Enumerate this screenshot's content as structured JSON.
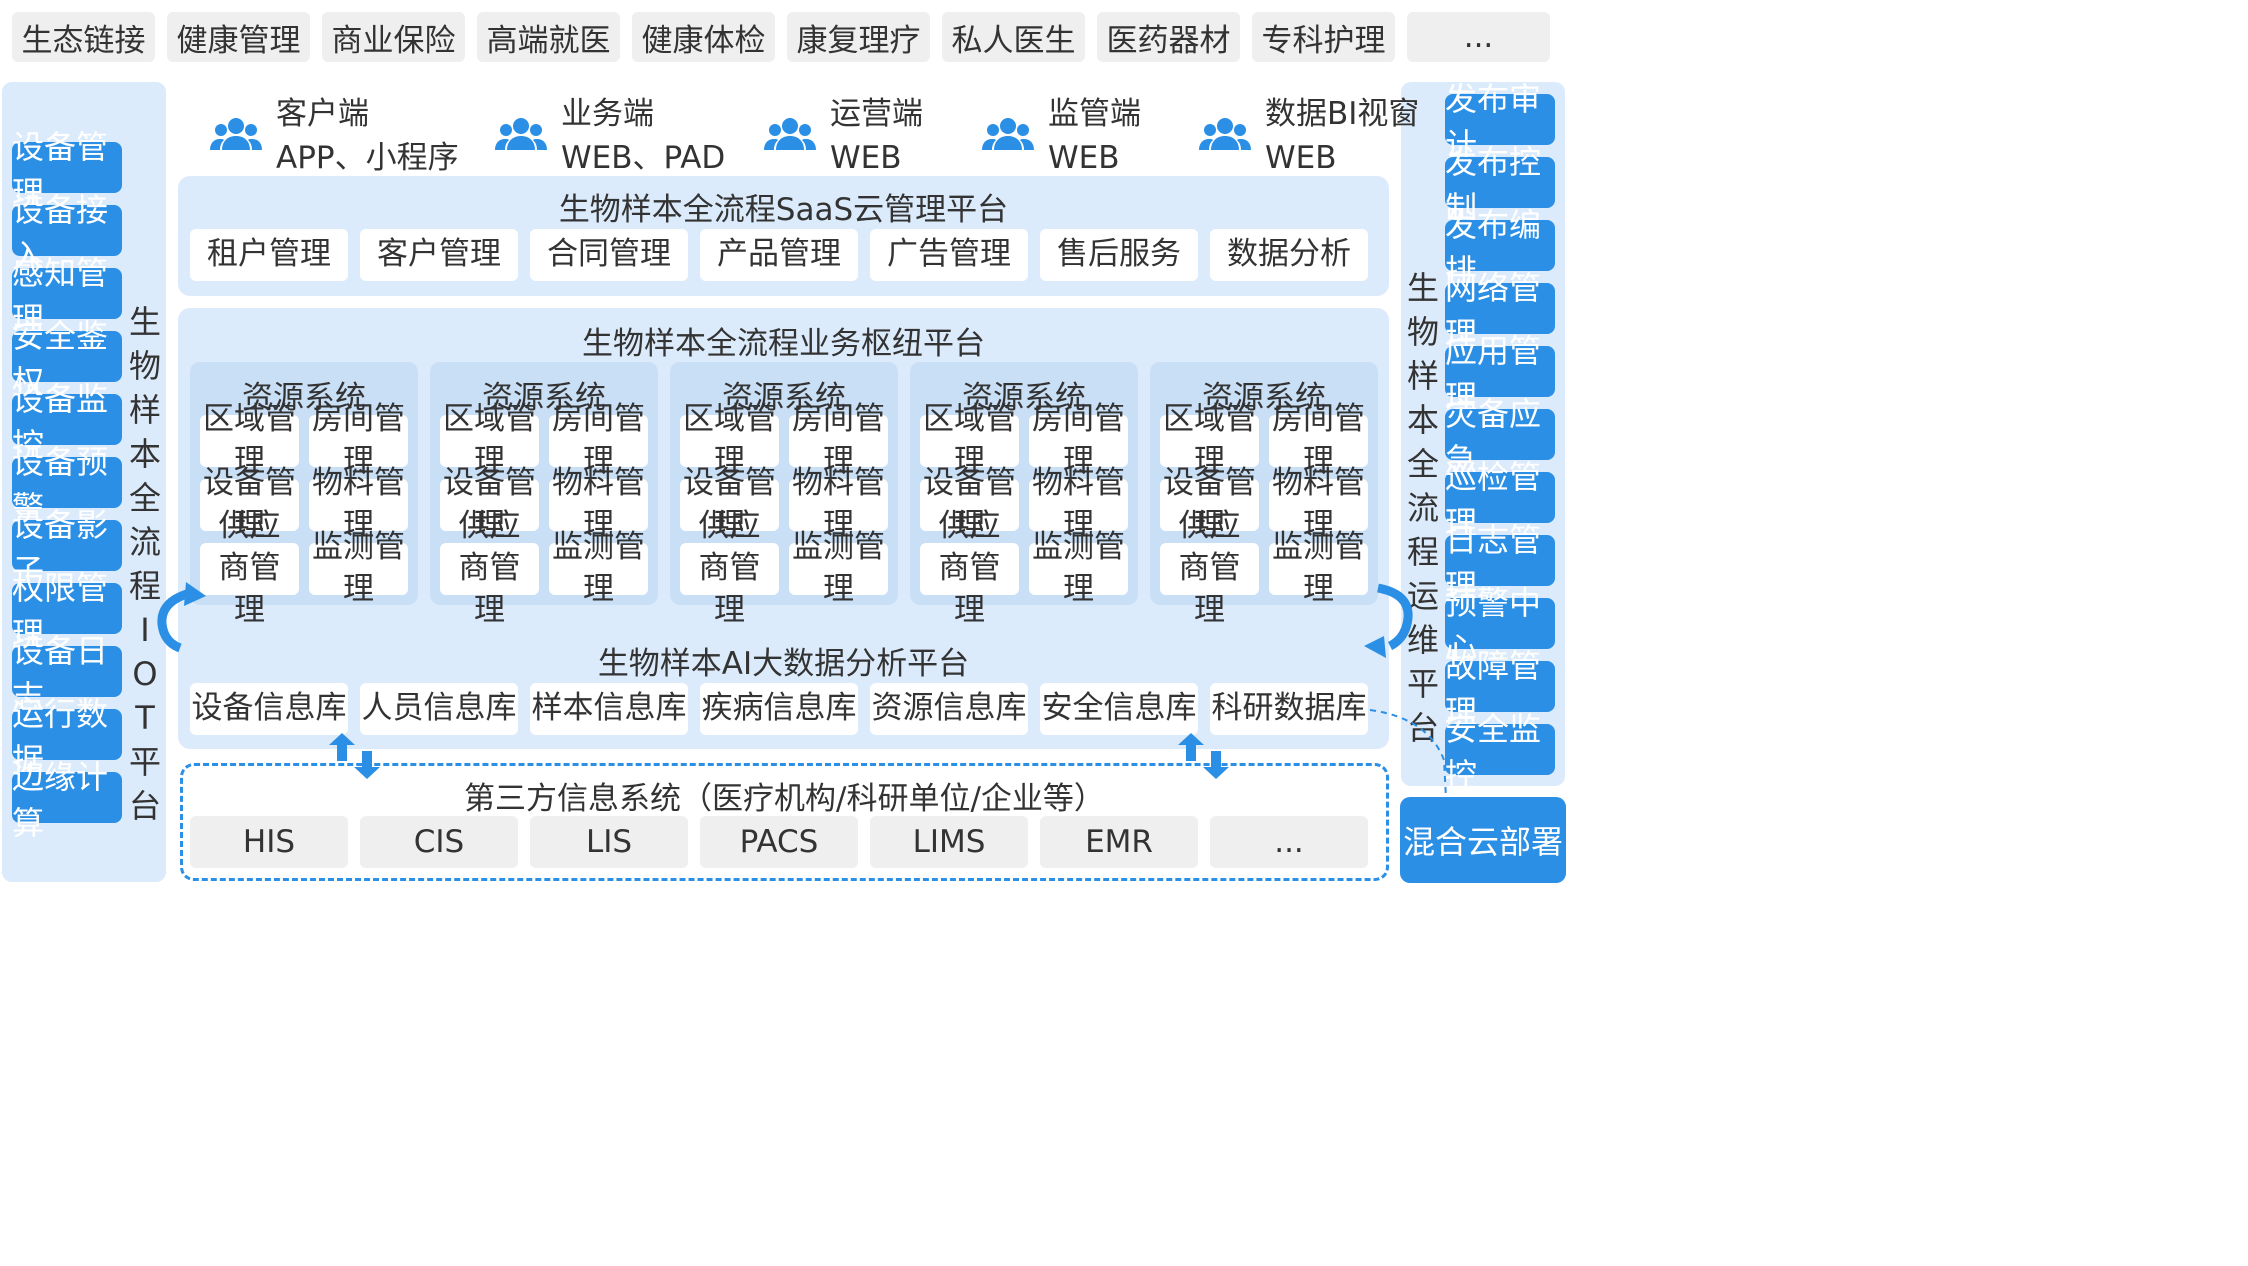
{
  "top_bar": {
    "items": [
      "生态链接",
      "健康管理",
      "商业保险",
      "高端就医",
      "健康体检",
      "康复理疗",
      "私人医生",
      "医药器材",
      "专科护理",
      "..."
    ]
  },
  "clients": [
    {
      "name": "客户端",
      "platform": "APP、小程序"
    },
    {
      "name": "业务端",
      "platform": "WEB、PAD"
    },
    {
      "name": "运营端",
      "platform": "WEB"
    },
    {
      "name": "监管端",
      "platform": "WEB"
    },
    {
      "name": "数据BI视窗",
      "platform": "WEB"
    }
  ],
  "left_panel": {
    "title_chars": [
      "生",
      "物",
      "样",
      "本",
      "全",
      "流",
      "程",
      "I",
      "O",
      "T",
      "平",
      "台"
    ],
    "items": [
      "设备管理",
      "设备接入",
      "感知管理",
      "安全鉴权",
      "设备监控",
      "设备预警",
      "设备影子",
      "权限管理",
      "设备日志",
      "运行数据",
      "边缘计算"
    ]
  },
  "right_panel": {
    "title_chars": [
      "生",
      "物",
      "样",
      "本",
      "全",
      "流",
      "程",
      "运",
      "维",
      "平",
      "台"
    ],
    "items": [
      "发布审计",
      "发布控制",
      "发布编排",
      "网络管理",
      "应用管理",
      "灾备应急",
      "巡检管理",
      "日志管理",
      "预警中心",
      "故障管理",
      "安全监控"
    ],
    "deploy_label": "混合云部署"
  },
  "saas": {
    "title": "生物样本全流程SaaS云管理平台",
    "items": [
      "租户管理",
      "客户管理",
      "合同管理",
      "产品管理",
      "广告管理",
      "售后服务",
      "数据分析"
    ]
  },
  "hub": {
    "title": "生物样本全流程业务枢纽平台",
    "columns": [
      {
        "title": "资源系统",
        "items": [
          "区域管理",
          "房间管理",
          "设备管理",
          "物料管理",
          "供应商管理",
          "监测管理"
        ]
      },
      {
        "title": "资源系统",
        "items": [
          "区域管理",
          "房间管理",
          "设备管理",
          "物料管理",
          "供应商管理",
          "监测管理"
        ]
      },
      {
        "title": "资源系统",
        "items": [
          "区域管理",
          "房间管理",
          "设备管理",
          "物料管理",
          "供应商管理",
          "监测管理"
        ]
      },
      {
        "title": "资源系统",
        "items": [
          "区域管理",
          "房间管理",
          "设备管理",
          "物料管理",
          "供应商管理",
          "监测管理"
        ]
      },
      {
        "title": "资源系统",
        "items": [
          "区域管理",
          "房间管理",
          "设备管理",
          "物料管理",
          "供应商管理",
          "监测管理"
        ]
      }
    ]
  },
  "ai": {
    "title": "生物样本AI大数据分析平台",
    "items": [
      "设备信息库",
      "人员信息库",
      "样本信息库",
      "疾病信息库",
      "资源信息库",
      "安全信息库",
      "科研数据库"
    ]
  },
  "third_party": {
    "title": "第三方信息系统（医疗机构/科研单位/企业等）",
    "items": [
      "HIS",
      "CIS",
      "LIS",
      "PACS",
      "LIMS",
      "EMR",
      "..."
    ]
  },
  "colors": {
    "accent": "#2b8fe5",
    "panel": "#dcebfb",
    "subpanel": "#c9dff6",
    "gray": "#efefef"
  }
}
